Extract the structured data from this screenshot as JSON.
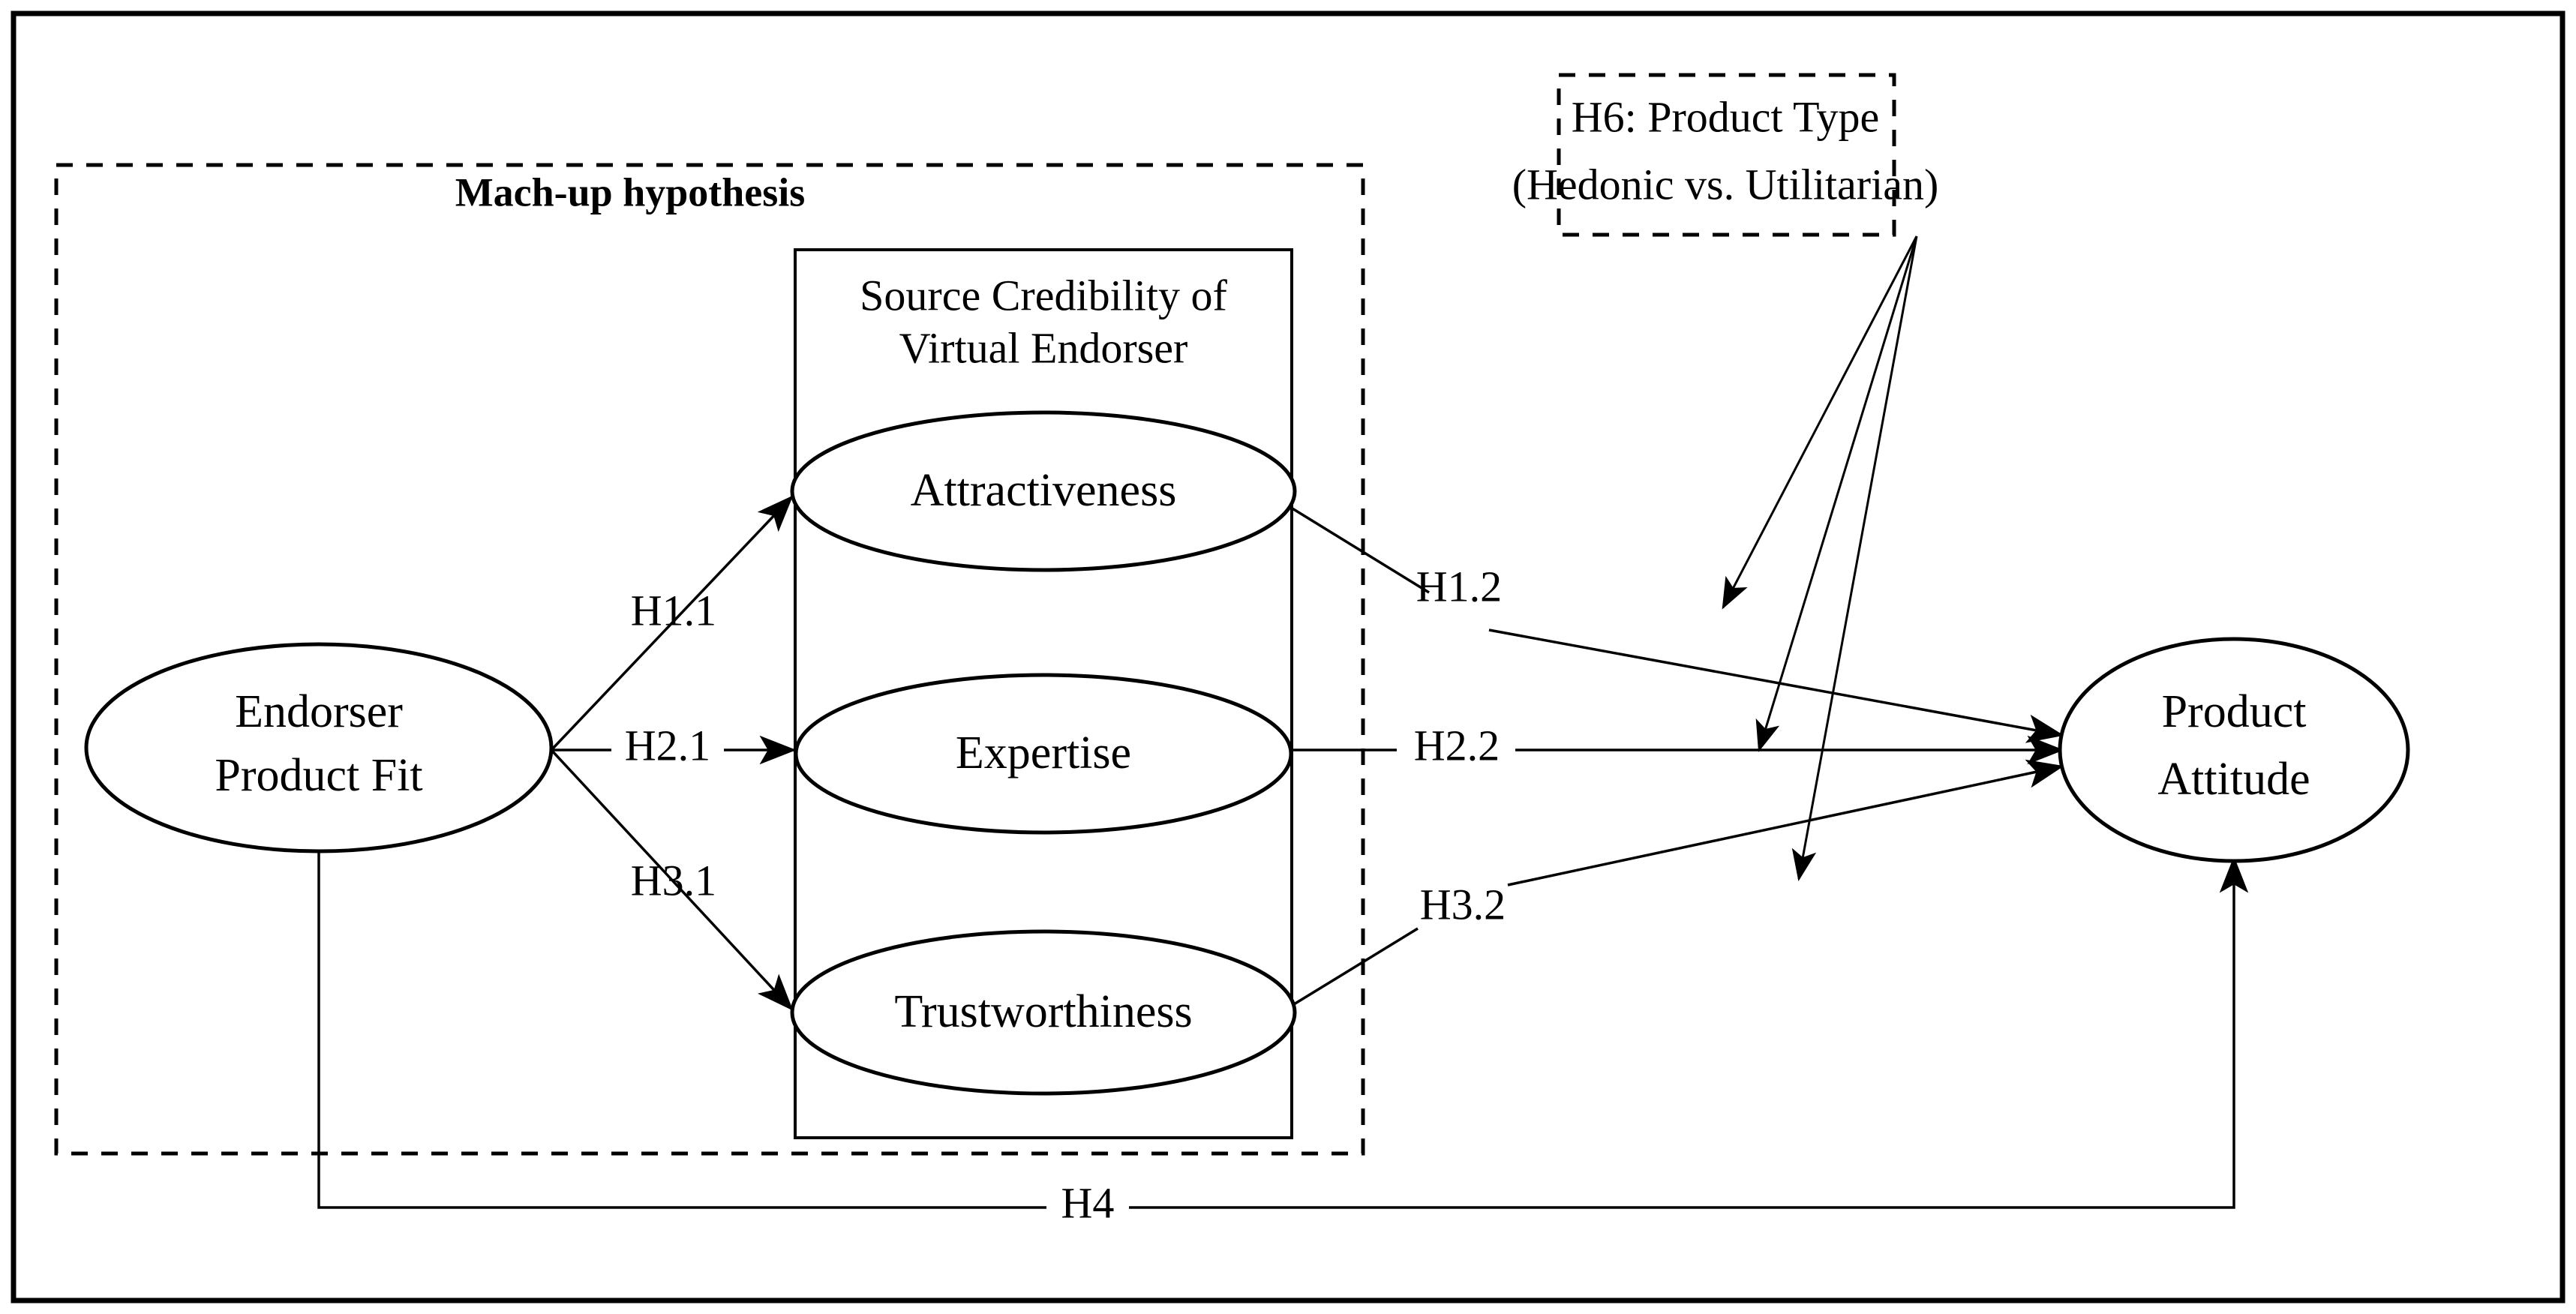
{
  "figure": {
    "type": "conceptual-research-model",
    "frame": {
      "border_color": "#000000",
      "background": "#ffffff"
    },
    "groups": {
      "match_up": {
        "label": "Mach-up hypothesis",
        "style": "dashed"
      },
      "source_credibility": {
        "label_line1": "Source Credibility of",
        "label_line2": "Virtual Endorser",
        "style": "solid"
      },
      "moderator": {
        "label_line1": "H6:  Product Type",
        "label_line2": "(Hedonic vs. Utilitarian)",
        "style": "dashed"
      }
    },
    "nodes": [
      {
        "id": "endorser_fit",
        "line1": "Endorser",
        "line2": "Product Fit"
      },
      {
        "id": "attractiveness",
        "line1": "Attractiveness",
        "line2": ""
      },
      {
        "id": "expertise",
        "line1": "Expertise",
        "line2": ""
      },
      {
        "id": "trustworthiness",
        "line1": "Trustworthiness",
        "line2": ""
      },
      {
        "id": "product_attitude",
        "line1": "Product",
        "line2": "Attitude"
      }
    ],
    "edges": [
      {
        "id": "h11",
        "label": "H1.1",
        "from": "endorser_fit",
        "to": "attractiveness"
      },
      {
        "id": "h21",
        "label": "H2.1",
        "from": "endorser_fit",
        "to": "expertise"
      },
      {
        "id": "h31",
        "label": "H3.1",
        "from": "endorser_fit",
        "to": "trustworthiness"
      },
      {
        "id": "h12",
        "label": "H1.2",
        "from": "attractiveness",
        "to": "product_attitude"
      },
      {
        "id": "h22",
        "label": "H2.2",
        "from": "expertise",
        "to": "product_attitude"
      },
      {
        "id": "h32",
        "label": "H3.2",
        "from": "trustworthiness",
        "to": "product_attitude"
      },
      {
        "id": "h4",
        "label": "H4",
        "from": "endorser_fit",
        "to": "product_attitude"
      }
    ],
    "moderation_targets": [
      "h12",
      "h22",
      "h32"
    ]
  }
}
